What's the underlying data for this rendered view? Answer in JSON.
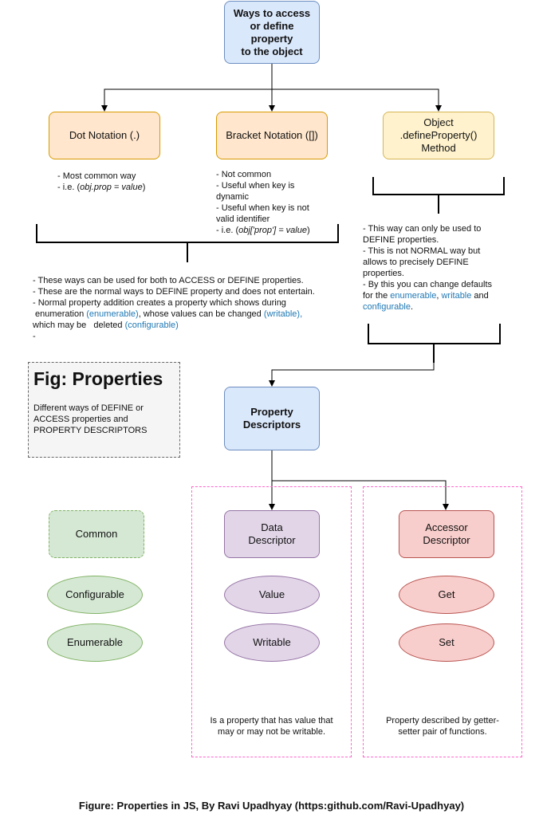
{
  "nodes": {
    "root": [
      "Ways to access",
      "or define",
      "property",
      "to the object"
    ],
    "dot_notation": "Dot Notation (.)",
    "bracket_notation": "Bracket Notation ([])",
    "define_property": [
      "Object",
      ".defineProperty()",
      "Method"
    ],
    "property_descriptors": [
      "Property",
      "Descriptors"
    ],
    "common": "Common",
    "configurable": "Configurable",
    "enumerable": "Enumerable",
    "data_descriptor": [
      "Data",
      "Descriptor"
    ],
    "value": "Value",
    "writable": "Writable",
    "accessor_descriptor": [
      "Accessor",
      "Descriptor"
    ],
    "get": "Get",
    "set": "Set"
  },
  "notes": {
    "dot": {
      "line1": "- Most common way",
      "line2_pre": "- i.e. (",
      "line2_em": "obj.prop = value",
      "line2_post": ")"
    },
    "bracket": {
      "line1": "- Not common",
      "line2": "- Useful when key is",
      "line3": "dynamic",
      "line4": "- Useful when key is not",
      "line5": "valid identifier",
      "line6_pre": "- i.e. (",
      "line6_em": "obj['prop'] = value",
      "line6_post": ")"
    },
    "define": {
      "line1": "- This way can only be used to",
      "line2": "DEFINE properties.",
      "line3": "- This is not NORMAL way but",
      "line4": "allows to precisely DEFINE",
      "line5": "properties.",
      "line6": "- By this you can change defaults",
      "line7_pre": "for the ",
      "line7_enumerable": "enumerable",
      "line7_sep": ", ",
      "line7_writable": "writable",
      "line7_and": " and",
      "line8_configurable": "configurable",
      "line8_post": "."
    },
    "common_ways": {
      "line1": "- These ways can be used for both to ACCESS or DEFINE properties.",
      "line2": "- These are the normal ways to DEFINE property and does not entertain.",
      "line3": "- Normal property addition creates a property which shows during",
      "line4_pre": " enumeration ",
      "line4_enumerable": "(enumerable)",
      "line4_mid": ", whose values can be changed ",
      "line4_writable": "(writable),",
      "line5_pre": "which may be   deleted ",
      "line5_configurable": "(configurable)",
      "line6": "-"
    },
    "data_desc": [
      "Is a property that has value that",
      "may or may not be writable."
    ],
    "accessor_desc": [
      "Property described by getter-",
      "setter pair of functions."
    ]
  },
  "figure_box": {
    "title": "Fig: Properties",
    "description": [
      "Different ways of DEFINE or",
      "ACCESS properties and",
      "PROPERTY DESCRIPTORS"
    ]
  },
  "caption": "Figure: Properties in JS, By Ravi Upadhyay (https:github.com/Ravi-Upadhyay)",
  "colors": {
    "blue_fill": "#dae8fc",
    "orange_fill": "#ffe6cc",
    "yellow_fill": "#fff2cc",
    "purple_fill": "#e1d5e7",
    "red_fill": "#f8cecc",
    "green_fill": "#d5e8d4",
    "link_text": "#1f78b4",
    "dashed_frame": "#ff66cc"
  }
}
